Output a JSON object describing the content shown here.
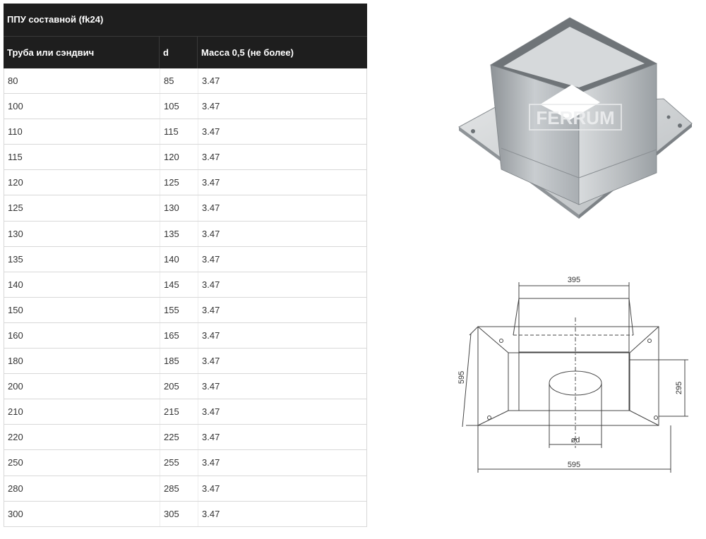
{
  "table": {
    "title": "ППУ составной (fk24)",
    "headers": [
      "Труба или сэндвич",
      "d",
      "Масса 0,5 (не более)"
    ],
    "rows": [
      [
        "80",
        "85",
        "3.47"
      ],
      [
        "100",
        "105",
        "3.47"
      ],
      [
        "110",
        "115",
        "3.47"
      ],
      [
        "115",
        "120",
        "3.47"
      ],
      [
        "120",
        "125",
        "3.47"
      ],
      [
        "125",
        "130",
        "3.47"
      ],
      [
        "130",
        "135",
        "3.47"
      ],
      [
        "135",
        "140",
        "3.47"
      ],
      [
        "140",
        "145",
        "3.47"
      ],
      [
        "150",
        "155",
        "3.47"
      ],
      [
        "160",
        "165",
        "3.47"
      ],
      [
        "180",
        "185",
        "3.47"
      ],
      [
        "200",
        "205",
        "3.47"
      ],
      [
        "210",
        "215",
        "3.47"
      ],
      [
        "220",
        "225",
        "3.47"
      ],
      [
        "250",
        "255",
        "3.47"
      ],
      [
        "280",
        "285",
        "3.47"
      ],
      [
        "300",
        "305",
        "3.47"
      ]
    ]
  },
  "photo": {
    "watermark": "FERRUM"
  },
  "drawing": {
    "top_width": "395",
    "plate_width": "595",
    "plate_depth": "595",
    "inner_height": "295",
    "diameter": "ød"
  }
}
